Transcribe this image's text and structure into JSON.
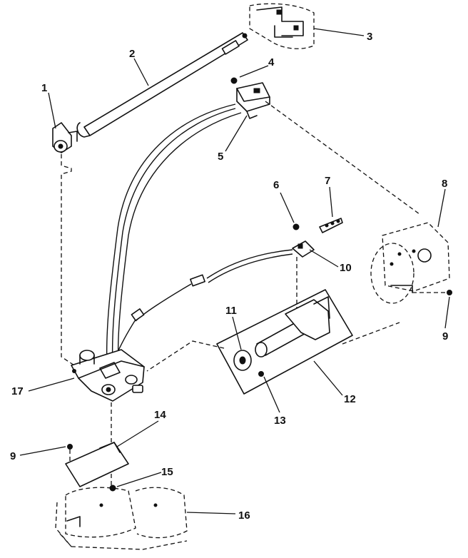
{
  "callouts": [
    {
      "id": "1",
      "label": "1"
    },
    {
      "id": "2",
      "label": "2"
    },
    {
      "id": "3",
      "label": "3"
    },
    {
      "id": "4",
      "label": "4"
    },
    {
      "id": "5",
      "label": "5"
    },
    {
      "id": "6",
      "label": "6"
    },
    {
      "id": "7",
      "label": "7"
    },
    {
      "id": "8",
      "label": "8"
    },
    {
      "id": "9a",
      "label": "9"
    },
    {
      "id": "9b",
      "label": "9"
    },
    {
      "id": "10",
      "label": "10"
    },
    {
      "id": "11",
      "label": "11"
    },
    {
      "id": "12",
      "label": "12"
    },
    {
      "id": "13",
      "label": "13"
    },
    {
      "id": "14",
      "label": "14"
    },
    {
      "id": "15",
      "label": "15"
    },
    {
      "id": "16",
      "label": "16"
    },
    {
      "id": "17",
      "label": "17"
    }
  ]
}
